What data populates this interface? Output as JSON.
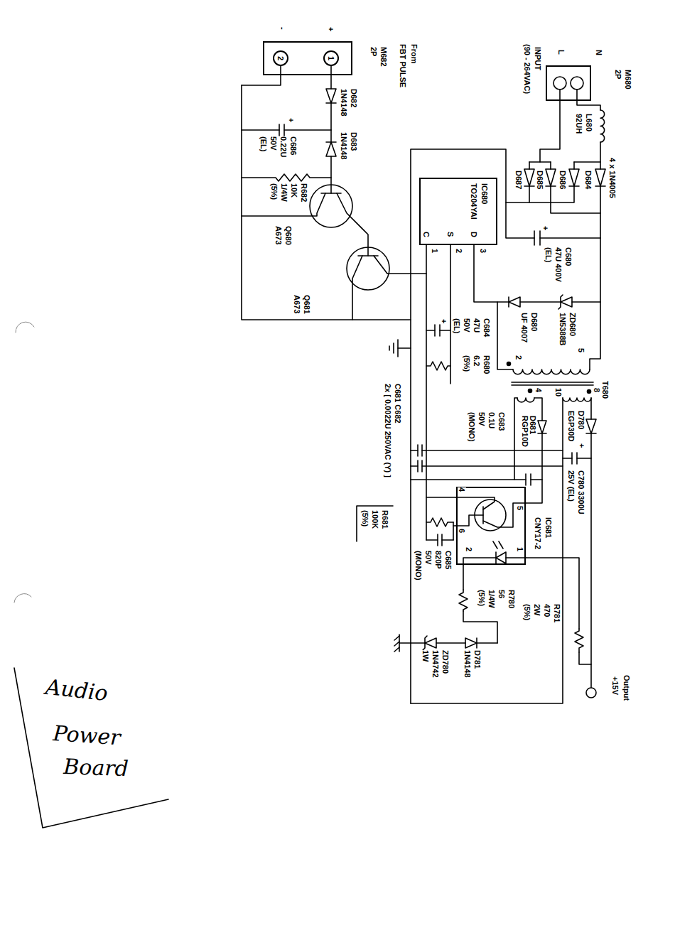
{
  "diagram": {
    "nodes": [
      {
        "text": [
          "M680",
          "2P"
        ]
      },
      {
        "text": [
          "M682",
          "2P"
        ]
      },
      {
        "text": [
          "1"
        ],
        "in": 1
      },
      {
        "text": [
          "2"
        ],
        "in": 1
      },
      {
        "text": [
          "IC680",
          "TO204YAI"
        ]
      },
      {
        "text": [
          "IC681",
          "CNY17-2"
        ]
      }
    ],
    "labels": [
      "N",
      "L",
      "INPUT",
      "(90 - 264VAC)",
      "L680",
      "92UH",
      "4 x 1N4005",
      "D684",
      "D686",
      "D685",
      "D687",
      "D",
      "S",
      "C",
      "3",
      "2",
      "1",
      "+",
      "C680",
      "47U 400V",
      "(EL)",
      "ZD680",
      "1N5388B",
      "D680",
      "UF 4007",
      "C684",
      "47U",
      "50V",
      "(EL)",
      "+",
      "R680",
      "6.2",
      "(5%)",
      "T680",
      "5",
      "2",
      "4",
      "10",
      "8",
      "D780",
      "EGP30D",
      "D681",
      "RGP10D",
      "C683",
      "0.1U",
      "50V",
      "(MONO)",
      "+",
      "C780 3300U",
      "25V (EL)",
      "C681 C682",
      "2x [ 0.0022U 250VAC (Y) ]",
      "4",
      "5",
      "6",
      "2",
      "1",
      "R681",
      "100K",
      "(5%)",
      "C685",
      "820P",
      "50V",
      "(MONO)",
      "R780",
      "56",
      "1/4W",
      "(5%)",
      "R781",
      "470",
      "2W",
      "(5%)",
      "D781",
      "1N4148",
      "ZD780",
      "1N4742",
      "1W",
      "Output",
      "+15V",
      "From",
      "FBT PULSE",
      "+",
      "-",
      "D682",
      "1N4148",
      "+",
      "D683",
      "1N4148",
      "C686",
      "0.22U",
      "50V",
      "(EL)",
      "R682",
      "10K",
      "1/4W",
      "(5%)",
      "Q680",
      "A673",
      "Q681",
      "A673",
      "Audio",
      "Power",
      "Board"
    ]
  }
}
